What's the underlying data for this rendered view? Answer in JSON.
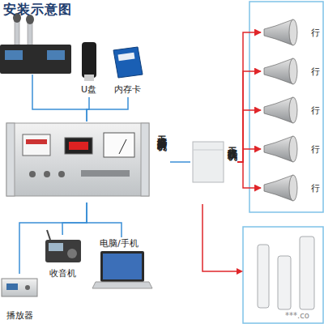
{
  "diagram": {
    "title": "安装示意图",
    "nodes": [
      {
        "text": [
          "U盘"
        ]
      },
      {
        "text": [
          "内存卡"
        ]
      },
      {
        "text": [
          "无线广播发射机"
        ]
      },
      {
        "text": [
          "收音机"
        ]
      },
      {
        "text": [
          "电脑/手机"
        ]
      },
      {
        "text": [
          "播放器"
        ]
      },
      {
        "text": [
          "无线接收机"
        ]
      },
      {
        "text": [
          "行"
        ]
      },
      {
        "text": [
          "行"
        ]
      },
      {
        "text": [
          "行"
        ]
      },
      {
        "text": [
          "行"
        ]
      },
      {
        "text": [
          "行"
        ]
      }
    ],
    "edges": [
      {
        "from": 0,
        "to": 2,
        "arrow": "none"
      },
      {
        "from": 1,
        "to": 2,
        "arrow": "none"
      },
      {
        "from": 2,
        "to": 6,
        "arrow": "none"
      },
      {
        "from": 2,
        "to": 3,
        "arrow": "none"
      },
      {
        "from": 2,
        "to": 4,
        "arrow": "none"
      },
      {
        "from": 2,
        "to": 5,
        "arrow": "none"
      },
      {
        "from": 6,
        "to": 7,
        "arrow": "to"
      },
      {
        "from": 6,
        "to": 8,
        "arrow": "to"
      },
      {
        "from": 6,
        "to": 9,
        "arrow": "to"
      },
      {
        "from": 6,
        "to": 10,
        "arrow": "to"
      },
      {
        "from": 6,
        "to": 11,
        "arrow": "to"
      }
    ],
    "labels": [
      "***.co"
    ]
  }
}
